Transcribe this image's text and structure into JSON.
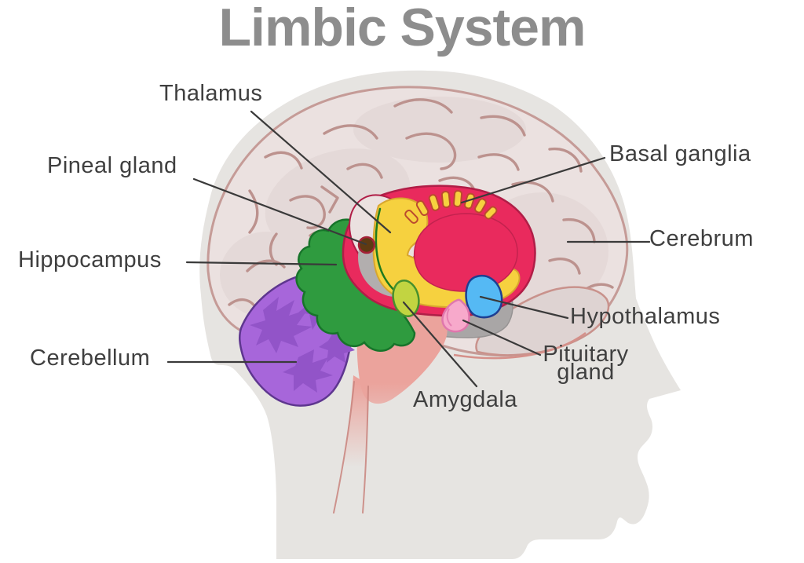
{
  "title": "Limbic System",
  "diagram": {
    "labels": {
      "thalamus": "Thalamus",
      "pineal_gland": "Pineal gland",
      "hippocampus": "Hippocampus",
      "cerebellum": "Cerebellum",
      "basal_ganglia": "Basal ganglia",
      "cerebrum": "Cerebrum",
      "hypothalamus": "Hypothalamus",
      "pituitary_line1": "Pituitary",
      "pituitary_line2": "gland",
      "amygdala": "Amygdala"
    },
    "structures": [
      "Thalamus",
      "Pineal gland",
      "Hippocampus",
      "Cerebellum",
      "Basal ganglia",
      "Cerebrum",
      "Hypothalamus",
      "Pituitary gland",
      "Amygdala"
    ]
  },
  "colors": {
    "title_text": "#8d8d8d",
    "label_text": "#3f3f3f",
    "leader_line": "#3a3a3a",
    "head_silhouette": "#e6e4e1",
    "cerebrum_fill": "#ebe1e0",
    "cerebrum_outline": "#c59b97",
    "sulci": "#bc928e",
    "temporal_underside": "#ded3d2",
    "midbrain_gray": "#a9a6a6",
    "midbrain_inner_gray": "#b2aeae",
    "brainstem_salmon": "#eba39c",
    "brainstem_edge": "#c9847e",
    "cerebellum_fill": "#a766da",
    "cerebellum_texture": "#9254c8",
    "cerebellum_outline": "#5e368f",
    "hippocampus_green": "#2f9b3f",
    "hippocampus_outline": "#17742a",
    "limbic_red": "#e92a5d",
    "limbic_red_outline": "#b01e47",
    "thalamus_yellow": "#f6d13f",
    "thalamus_yellow_outline": "#d8a62e",
    "basal_dash_outline": "#bb4a2e",
    "pineal_brown": "#5e3a13",
    "pineal_outline": "#a42137",
    "amygdala_yellowgreen": "#c2d441",
    "amygdala_outline": "#47902d",
    "hypothalamus_blue": "#55b9f4",
    "hypothalamus_outline": "#1e3f92",
    "pituitary_pink": "#f7a9cb",
    "pituitary_outline": "#e077ad"
  }
}
